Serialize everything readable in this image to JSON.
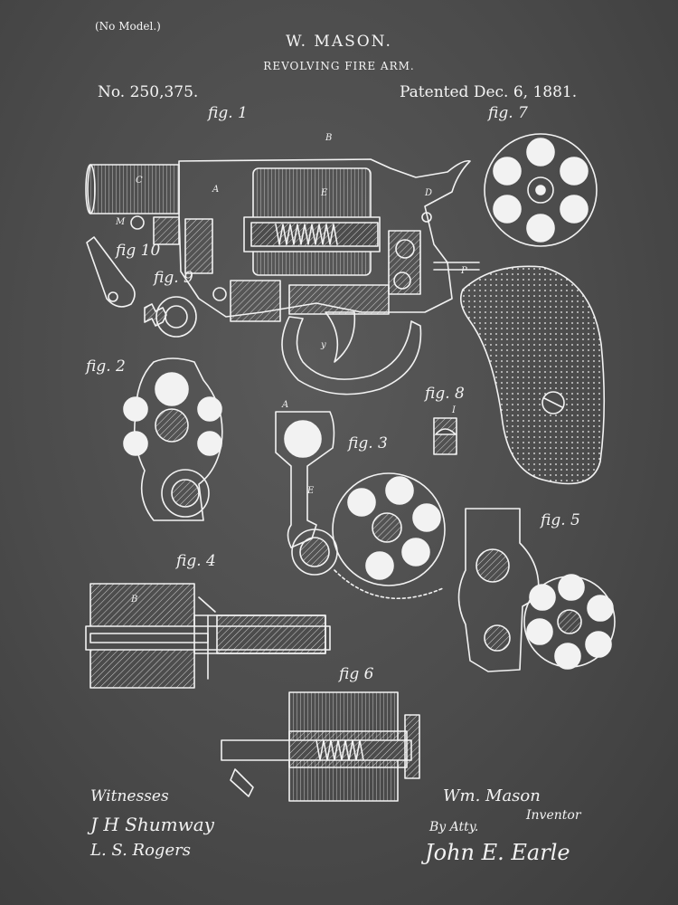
{
  "header": {
    "no_model": "(No Model.)",
    "inventor": "W. MASON.",
    "invention": "REVOLVING FIRE ARM.",
    "patent_no": "No. 250,375.",
    "patent_date": "Patented Dec. 6, 1881."
  },
  "figures": {
    "fig1": "fig. 1",
    "fig2": "fig. 2",
    "fig3": "fig. 3",
    "fig4": "fig. 4",
    "fig5": "fig. 5",
    "fig6": "fig 6",
    "fig7": "fig. 7",
    "fig8": "fig. 8",
    "fig9": "fig. 9",
    "fig10": "fig 10"
  },
  "labels": {
    "b_upper": "B",
    "a_frame": "A",
    "c_barrel": "C",
    "d": "D",
    "e_main": "E",
    "p": "P",
    "y": "y",
    "m": "M",
    "i": "I",
    "e_fig3": "E",
    "a_fig3": "A",
    "b_fig4": "B"
  },
  "signatures": {
    "witnesses": "Witnesses",
    "witness1": "J H Shumway",
    "witness2": "L. S. Rogers",
    "inventor_sig": "Wm. Mason",
    "inventor_role": "Inventor",
    "by_atty": "By Atty.",
    "attorney_sig": "John E. Earle"
  }
}
